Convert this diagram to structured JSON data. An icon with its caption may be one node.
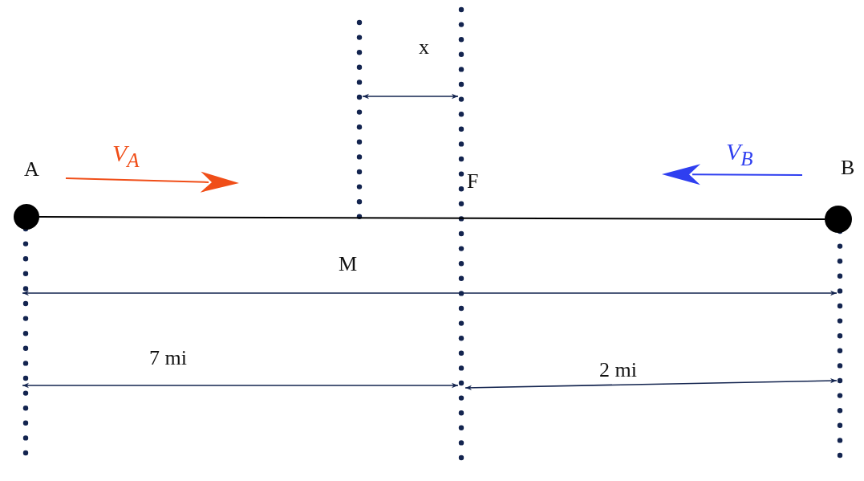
{
  "diagram": {
    "nodes": [
      {
        "text": [],
        "shape": "circle",
        "beside": [
          "A"
        ]
      },
      {
        "text": [],
        "shape": "circle",
        "beside": [
          "B"
        ]
      }
    ],
    "edges": [
      {
        "from": 0,
        "to": 1,
        "arrow": "none"
      }
    ],
    "labels": [
      "V$_{A}$",
      "V$_{B}$",
      "x",
      "F",
      "M",
      "7 mi",
      "2 mi"
    ]
  }
}
